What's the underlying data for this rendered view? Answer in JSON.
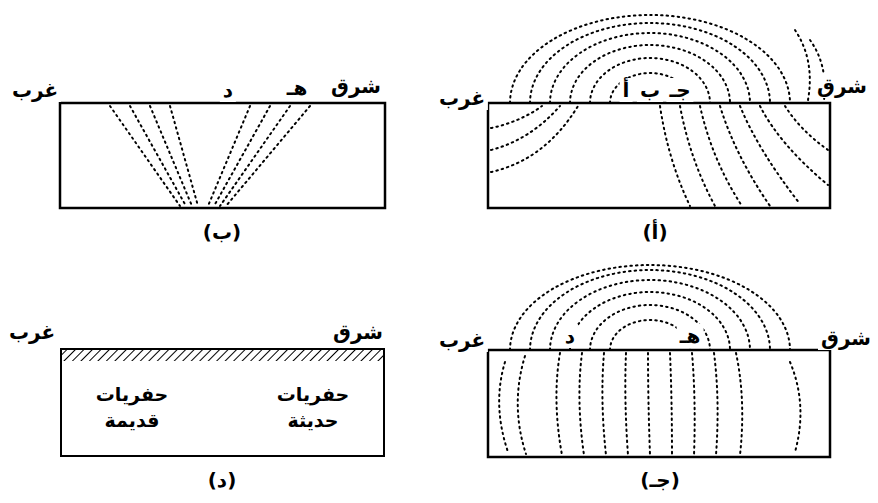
{
  "diagram": {
    "nodes": [
      {
        "text": [
          "حفريات حديثة",
          "حفريات قديمة"
        ]
      }
    ],
    "labels": [
      "غرب",
      "أ",
      "ب",
      "جـ",
      "شرق",
      "(أ)",
      "غرب",
      "د",
      "هـ",
      "شرق",
      "(ب)",
      "غرب",
      "د",
      "هـ",
      "شرق",
      "(جـ)",
      "غرب",
      "شرق",
      "(د)"
    ]
  }
}
